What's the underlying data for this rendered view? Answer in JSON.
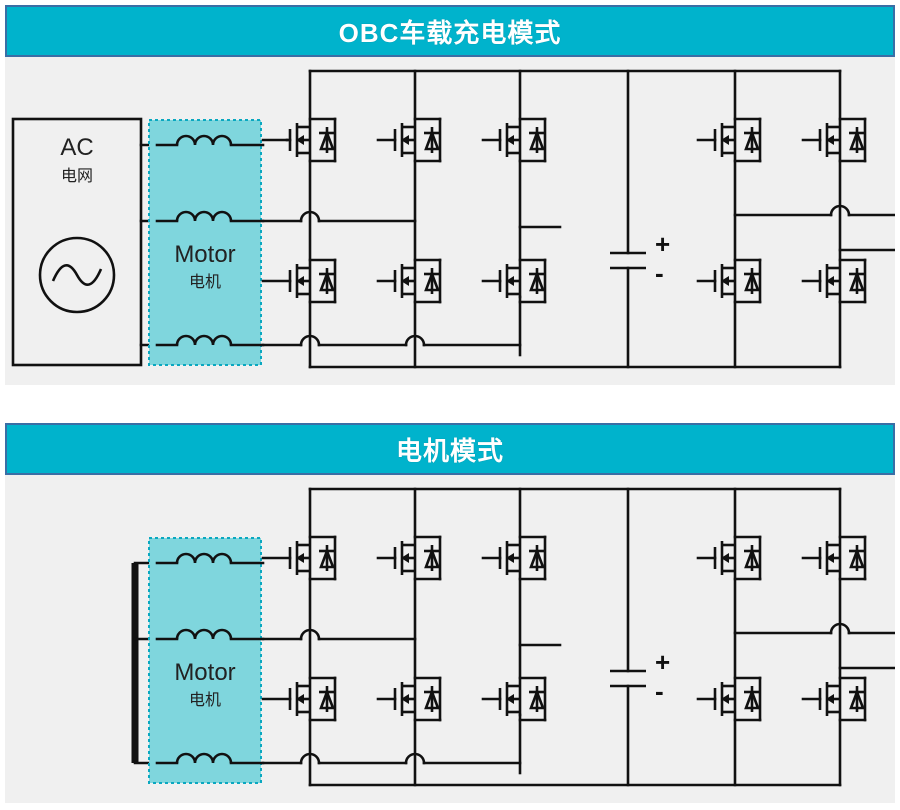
{
  "page": {
    "background_color": "#ffffff",
    "diagram_background": "#f0f0f0"
  },
  "colors": {
    "title_bar": "#00b3cc",
    "title_border": "#3a6ea5",
    "title_text": "#ffffff",
    "motor_fill": "#7fd6dd",
    "motor_border": "#0aa8c0",
    "wire": "#111111"
  },
  "panels": [
    {
      "id": "obc-charging-mode",
      "title": "OBC车载充电模式",
      "ac_source": {
        "label_en": "AC",
        "label_zh": "电网",
        "symbol": "sine-wave-source"
      },
      "motor": {
        "label_en": "Motor",
        "label_zh": "电机",
        "phases": 3,
        "winding_symbol": "inductor-coil"
      },
      "dc_link": {
        "plus": "+",
        "minus": "-",
        "symbol": "capacitor"
      },
      "switches": {
        "symbol": "mosfet-with-body-diode",
        "left_bridge_legs": 3,
        "right_bridge_legs": 2,
        "total": 10
      }
    },
    {
      "id": "motor-mode",
      "title": "电机模式",
      "ac_source": null,
      "star_point": {
        "symbol": "thick-busbar"
      },
      "motor": {
        "label_en": "Motor",
        "label_zh": "电机",
        "phases": 3,
        "winding_symbol": "inductor-coil"
      },
      "dc_link": {
        "plus": "+",
        "minus": "-",
        "symbol": "capacitor"
      },
      "switches": {
        "symbol": "mosfet-with-body-diode",
        "left_bridge_legs": 3,
        "right_bridge_legs": 2,
        "total": 10
      }
    }
  ]
}
